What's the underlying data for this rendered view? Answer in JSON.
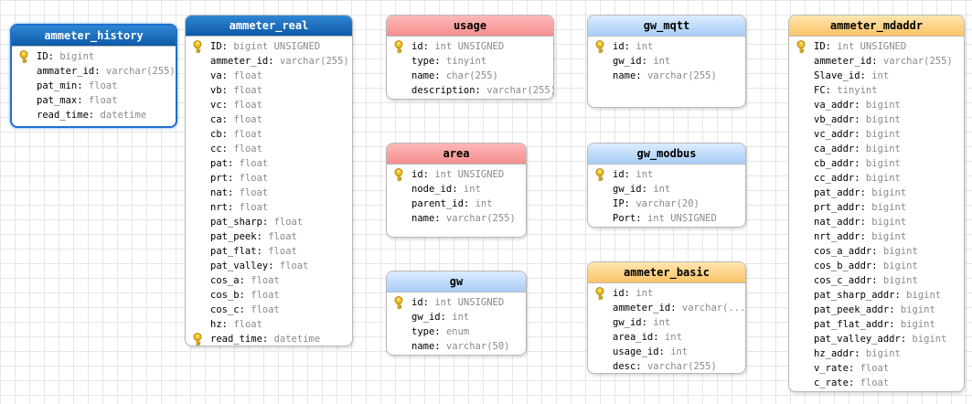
{
  "colors": {
    "header_blue": "#0d5aa7",
    "header_red": "#f58f8f",
    "header_light_blue": "#a9cdf6",
    "header_orange": "#fbc467",
    "type_text": "#8a8a8a",
    "key_icon": "#f2c01e"
  },
  "tables": [
    {
      "name": "ammeter_history",
      "style": "blue",
      "selected": true,
      "columns": [
        {
          "name": "ID",
          "type": "bigint",
          "key": true
        },
        {
          "name": "ammater_id",
          "type": "varchar(255)",
          "key": false
        },
        {
          "name": "pat_min",
          "type": "float",
          "key": false
        },
        {
          "name": "pat_max",
          "type": "float",
          "key": false
        },
        {
          "name": "read_time",
          "type": "datetime",
          "key": false
        }
      ]
    },
    {
      "name": "ammeter_real",
      "style": "blue",
      "selected": false,
      "columns": [
        {
          "name": "ID",
          "type": "bigint UNSIGNED",
          "key": true
        },
        {
          "name": "ammeter_id",
          "type": "varchar(255)",
          "key": false
        },
        {
          "name": "va",
          "type": "float",
          "key": false
        },
        {
          "name": "vb",
          "type": "float",
          "key": false
        },
        {
          "name": "vc",
          "type": "float",
          "key": false
        },
        {
          "name": "ca",
          "type": "float",
          "key": false
        },
        {
          "name": "cb",
          "type": "float",
          "key": false
        },
        {
          "name": "cc",
          "type": "float",
          "key": false
        },
        {
          "name": "pat",
          "type": "float",
          "key": false
        },
        {
          "name": "prt",
          "type": "float",
          "key": false
        },
        {
          "name": "nat",
          "type": "float",
          "key": false
        },
        {
          "name": "nrt",
          "type": "float",
          "key": false
        },
        {
          "name": "pat_sharp",
          "type": "float",
          "key": false
        },
        {
          "name": "pat_peek",
          "type": "float",
          "key": false
        },
        {
          "name": "pat_flat",
          "type": "float",
          "key": false
        },
        {
          "name": "pat_valley",
          "type": "float",
          "key": false
        },
        {
          "name": "cos_a",
          "type": "float",
          "key": false
        },
        {
          "name": "cos_b",
          "type": "float",
          "key": false
        },
        {
          "name": "cos_c",
          "type": "float",
          "key": false
        },
        {
          "name": "hz",
          "type": "float",
          "key": false
        },
        {
          "name": "read_time",
          "type": "datetime",
          "key": true
        }
      ]
    },
    {
      "name": "usage",
      "style": "red",
      "selected": false,
      "columns": [
        {
          "name": "id",
          "type": "int UNSIGNED",
          "key": true
        },
        {
          "name": "type",
          "type": "tinyint",
          "key": false
        },
        {
          "name": "name",
          "type": "char(255)",
          "key": false
        },
        {
          "name": "description",
          "type": "varchar(255)",
          "key": false
        }
      ]
    },
    {
      "name": "area",
      "style": "red",
      "selected": false,
      "columns": [
        {
          "name": "id",
          "type": "int UNSIGNED",
          "key": true
        },
        {
          "name": "node_id",
          "type": "int",
          "key": false
        },
        {
          "name": "parent_id",
          "type": "int",
          "key": false
        },
        {
          "name": "name",
          "type": "varchar(255)",
          "key": false
        }
      ]
    },
    {
      "name": "gw",
      "style": "light",
      "selected": false,
      "columns": [
        {
          "name": "id",
          "type": "int UNSIGNED",
          "key": true
        },
        {
          "name": "gw_id",
          "type": "int",
          "key": false
        },
        {
          "name": "type",
          "type": "enum",
          "key": false
        },
        {
          "name": "name",
          "type": "varchar(50)",
          "key": false
        }
      ]
    },
    {
      "name": "gw_mqtt",
      "style": "light",
      "selected": false,
      "columns": [
        {
          "name": "id",
          "type": "int",
          "key": true
        },
        {
          "name": "gw_id",
          "type": "int",
          "key": false
        },
        {
          "name": "name",
          "type": "varchar(255)",
          "key": false
        }
      ]
    },
    {
      "name": "gw_modbus",
      "style": "light",
      "selected": false,
      "columns": [
        {
          "name": "id",
          "type": "int",
          "key": true
        },
        {
          "name": "gw_id",
          "type": "int",
          "key": false
        },
        {
          "name": "IP",
          "type": "varchar(20)",
          "key": false
        },
        {
          "name": "Port",
          "type": "int UNSIGNED",
          "key": false
        }
      ]
    },
    {
      "name": "ammeter_basic",
      "style": "orange",
      "selected": false,
      "columns": [
        {
          "name": "id",
          "type": "int",
          "key": true
        },
        {
          "name": "ammeter_id",
          "type": "varchar(...",
          "key": false
        },
        {
          "name": "gw_id",
          "type": "int",
          "key": false
        },
        {
          "name": "area_id",
          "type": "int",
          "key": false
        },
        {
          "name": "usage_id",
          "type": "int",
          "key": false
        },
        {
          "name": "desc",
          "type": "varchar(255)",
          "key": false
        }
      ]
    },
    {
      "name": "ammeter_mdaddr",
      "style": "orange",
      "selected": false,
      "columns": [
        {
          "name": "ID",
          "type": "int UNSIGNED",
          "key": true
        },
        {
          "name": "ammeter_id",
          "type": "varchar(255)",
          "key": false
        },
        {
          "name": "Slave_id",
          "type": "int",
          "key": false
        },
        {
          "name": "FC",
          "type": "tinyint",
          "key": false
        },
        {
          "name": "va_addr",
          "type": "bigint",
          "key": false
        },
        {
          "name": "vb_addr",
          "type": "bigint",
          "key": false
        },
        {
          "name": "vc_addr",
          "type": "bigint",
          "key": false
        },
        {
          "name": "ca_addr",
          "type": "bigint",
          "key": false
        },
        {
          "name": "cb_addr",
          "type": "bigint",
          "key": false
        },
        {
          "name": "cc_addr",
          "type": "bigint",
          "key": false
        },
        {
          "name": "pat_addr",
          "type": "bigint",
          "key": false
        },
        {
          "name": "prt_addr",
          "type": "bigint",
          "key": false
        },
        {
          "name": "nat_addr",
          "type": "bigint",
          "key": false
        },
        {
          "name": "nrt_addr",
          "type": "bigint",
          "key": false
        },
        {
          "name": "cos_a_addr",
          "type": "bigint",
          "key": false
        },
        {
          "name": "cos_b_addr",
          "type": "bigint",
          "key": false
        },
        {
          "name": "cos_c_addr",
          "type": "bigint",
          "key": false
        },
        {
          "name": "pat_sharp_addr",
          "type": "bigint",
          "key": false
        },
        {
          "name": "pat_peek_addr",
          "type": "bigint",
          "key": false
        },
        {
          "name": "pat_flat_addr",
          "type": "bigint",
          "key": false
        },
        {
          "name": "pat_valley_addr",
          "type": "bigint",
          "key": false
        },
        {
          "name": "hz_addr",
          "type": "bigint",
          "key": false
        },
        {
          "name": "v_rate",
          "type": "float",
          "key": false
        },
        {
          "name": "c_rate",
          "type": "float",
          "key": false
        }
      ]
    }
  ]
}
